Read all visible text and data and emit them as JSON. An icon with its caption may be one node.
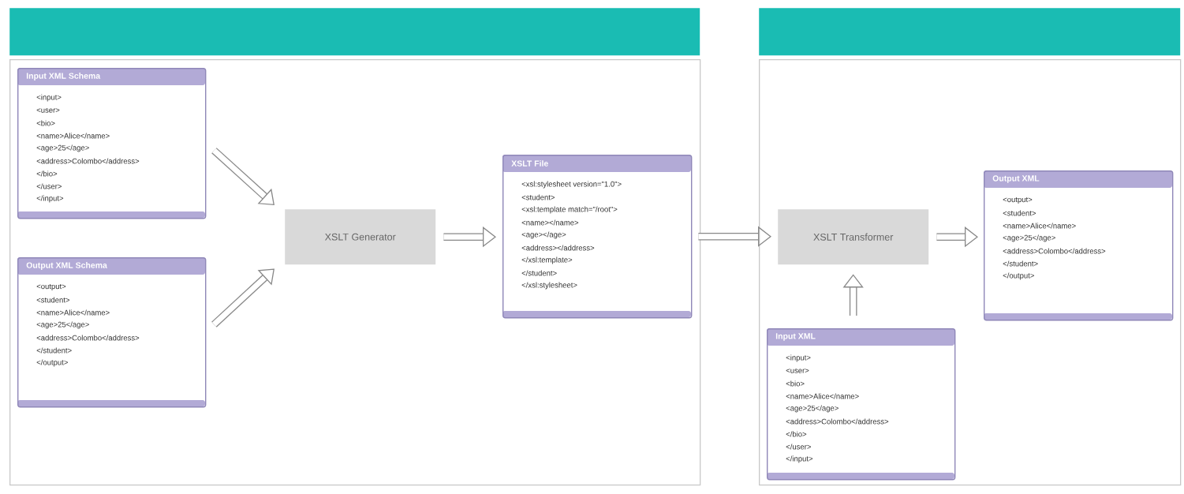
{
  "diagram": {
    "nodes": [
      {
        "text": [],
        "shape": "bar"
      },
      {
        "text": [],
        "shape": "box"
      },
      {
        "text": [
          "Input XML Schema",
          "<input>",
          "<user>",
          "<bio>",
          "<name>Alice</name>",
          "<age>25</age>",
          "<address>Colombo</address>",
          "</bio>",
          "</user>",
          "</input>"
        ],
        "in": 1
      },
      {
        "text": [
          "Output XML Schema",
          "<output>",
          "<student>",
          "<name>Alice</name>",
          "<age>25</age>",
          "<address>Colombo</address>",
          "</student>",
          "</output>"
        ],
        "in": 1
      },
      {
        "text": [
          "XSLT Generator"
        ],
        "in": 1
      },
      {
        "text": [
          "XSLT File",
          "<xsl:stylesheet version=\"1.0\">",
          "<student>",
          "<xsl:template match=\"/root\">",
          "<name></name>",
          "<age></age>",
          "<address></address>",
          "</xsl:template>",
          "</student>",
          "</xsl:stylesheet>"
        ],
        "in": 1
      },
      {
        "text": [],
        "shape": "bar"
      },
      {
        "text": [],
        "shape": "box"
      },
      {
        "text": [
          "XSLT Transformer"
        ],
        "in": 7
      },
      {
        "text": [
          "Output XML",
          "<output>",
          "<student>",
          "<name>Alice</name>",
          "<age>25</age>",
          "<address>Colombo</address>",
          "</student>",
          "</output>"
        ],
        "in": 7
      },
      {
        "text": [
          "Input XML",
          "<input>",
          "<user>",
          "<bio>",
          "<name>Alice</name>",
          "<age>25</age>",
          "<address>Colombo</address>",
          "</bio>",
          "</user>",
          "</input>"
        ],
        "in": 7
      }
    ],
    "edges": [
      {
        "from": 2,
        "to": 4,
        "arrow": "to"
      },
      {
        "from": 3,
        "to": 4,
        "arrow": "to"
      },
      {
        "from": 4,
        "to": 5,
        "arrow": "to"
      },
      {
        "from": 5,
        "to": 8,
        "arrow": "to"
      },
      {
        "from": 8,
        "to": 9,
        "arrow": "to"
      },
      {
        "from": 10,
        "to": 8,
        "arrow": "to"
      }
    ]
  }
}
